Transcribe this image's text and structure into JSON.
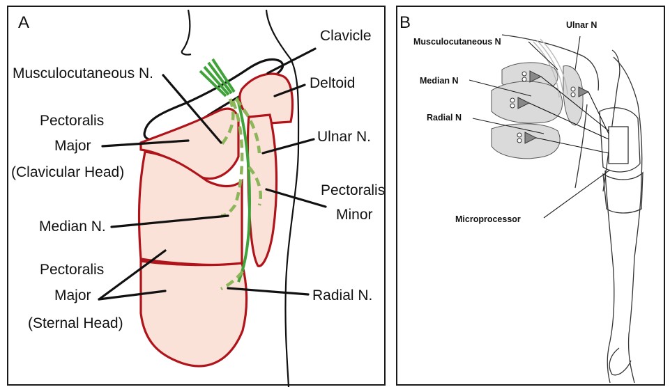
{
  "panel_a": {
    "letter": "A",
    "labels": {
      "clavicle": "Clavicle",
      "musculocutaneous": "Musculocutaneous N.",
      "deltoid": "Deltoid",
      "pec_major_clav_1": "Pectoralis",
      "pec_major_clav_2": "Major",
      "pec_major_clav_3": "(Clavicular Head)",
      "ulnar": "Ulnar N.",
      "pec_minor_1": "Pectoralis",
      "pec_minor_2": "Minor",
      "median": "Median N.",
      "pec_major_sternal_1": "Pectoralis",
      "pec_major_sternal_2": "Major",
      "pec_major_sternal_3": "(Sternal Head)",
      "radial": "Radial N."
    }
  },
  "panel_b": {
    "letter": "B",
    "labels": {
      "musculocutaneous": "Musculocutaneous N",
      "ulnar": "Ulnar N",
      "median": "Median N",
      "radial": "Radial N",
      "microprocessor": "Microprocessor"
    }
  },
  "colors": {
    "muscle_fill": "#fbe2d8",
    "muscle_stroke": "#b0141b",
    "nerve_green": "#3fa33a",
    "nerve_dashed": "#8db55a"
  }
}
